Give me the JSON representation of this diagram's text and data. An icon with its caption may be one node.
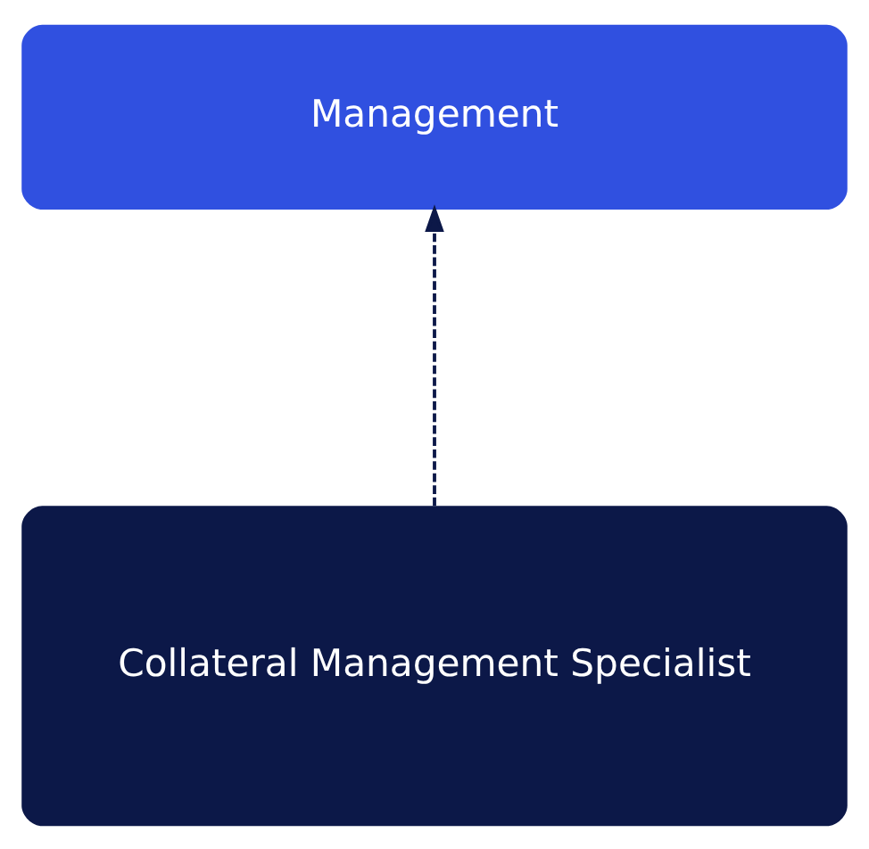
{
  "diagram": {
    "nodes": [
      {
        "text": [
          "Management"
        ]
      },
      {
        "text": [
          "Collateral Management Specialist"
        ]
      }
    ],
    "edges": [
      {
        "from": 1,
        "to": 0,
        "arrow": "to",
        "style": "dashed"
      }
    ]
  }
}
